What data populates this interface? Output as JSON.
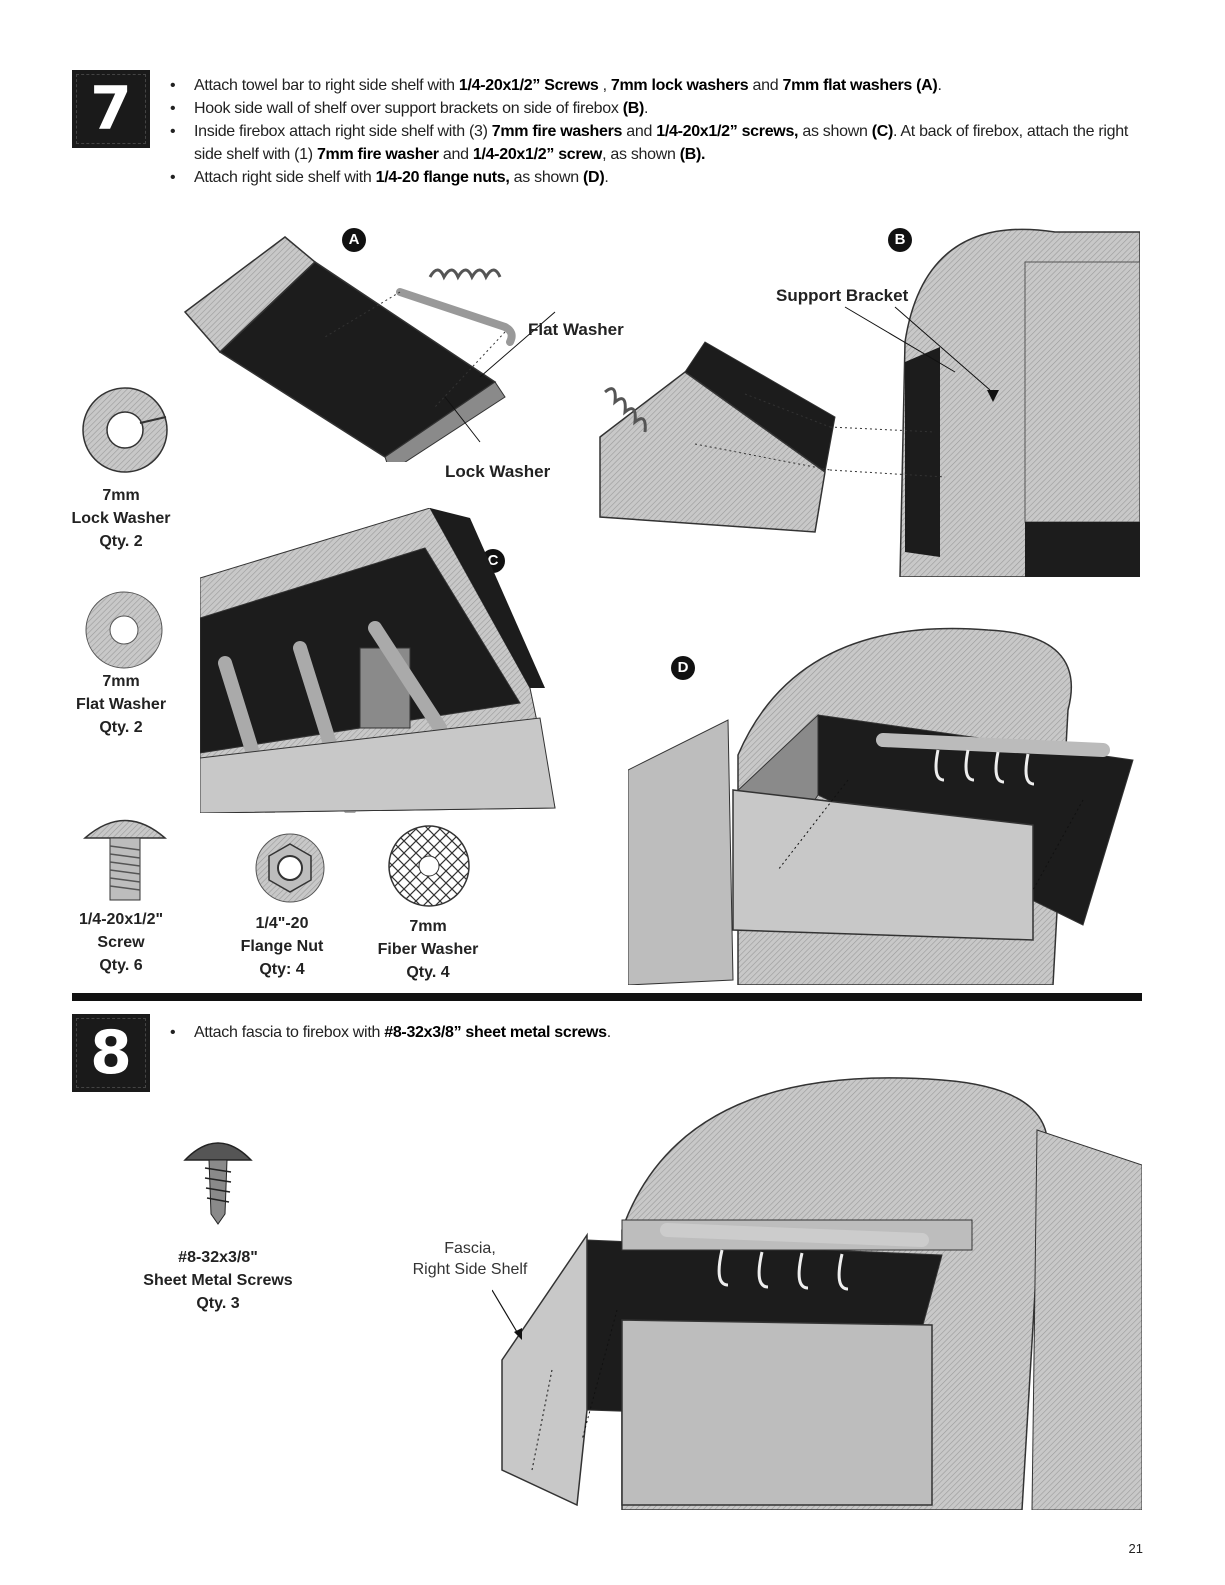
{
  "page_number": "21",
  "step7": {
    "number": "7",
    "bullets": [
      [
        {
          "t": "Attach towel bar to right side shelf with "
        },
        {
          "t": "1/4-20x1/2” Screws",
          "b": true
        },
        {
          "t": " , "
        },
        {
          "t": "7mm lock washers",
          "b": true
        },
        {
          "t": " and "
        },
        {
          "t": "7mm flat washers (A)",
          "b": true
        },
        {
          "t": "."
        }
      ],
      [
        {
          "t": "Hook side wall of shelf over support brackets on side of firebox "
        },
        {
          "t": "(B)",
          "b": true
        },
        {
          "t": "."
        }
      ],
      [
        {
          "t": "Inside firebox attach right side shelf with (3) "
        },
        {
          "t": "7mm fire washers",
          "b": true
        },
        {
          "t": " and "
        },
        {
          "t": "1/4-20x1/2” screws,",
          "b": true
        },
        {
          "t": " as shown "
        },
        {
          "t": "(C)",
          "b": true
        },
        {
          "t": ".  At back of firebox, attach the right side shelf with (1) "
        },
        {
          "t": "7mm fire washer",
          "b": true
        },
        {
          "t": " and "
        },
        {
          "t": "1/4-20x1/2” screw",
          "b": true
        },
        {
          "t": ", as shown "
        },
        {
          "t": "(B).",
          "b": true
        }
      ],
      [
        {
          "t": "Attach right side shelf with "
        },
        {
          "t": "1/4-20 flange nuts,",
          "b": true
        },
        {
          "t": "  as shown "
        },
        {
          "t": "(D)",
          "b": true
        },
        {
          "t": "."
        }
      ]
    ],
    "figure_letters": {
      "a": "A",
      "b": "B",
      "c": "C",
      "d": "D"
    },
    "callouts": {
      "flat_washer": "Flat Washer",
      "lock_washer": "Lock Washer",
      "support_bracket": "Support Bracket"
    },
    "parts": {
      "lock_washer": {
        "size": "7mm",
        "name": "Lock Washer",
        "qty": "Qty. 2"
      },
      "flat_washer": {
        "size": "7mm",
        "name": "Flat Washer",
        "qty": "Qty. 2"
      },
      "screw": {
        "size": "1/4-20x1/2\"",
        "name": "Screw",
        "qty": "Qty. 6"
      },
      "flange_nut": {
        "size": "1/4\"-20",
        "name": "Flange Nut",
        "qty": "Qty: 4"
      },
      "fiber_washer": {
        "size": "7mm",
        "name": "Fiber Washer",
        "qty": "Qty. 4"
      }
    }
  },
  "step8": {
    "number": "8",
    "bullets": [
      [
        {
          "t": "Attach fascia to firebox with "
        },
        {
          "t": "#8-32x3/8” sheet metal screws",
          "b": true
        },
        {
          "t": "."
        }
      ]
    ],
    "callout_line1": "Fascia,",
    "callout_line2": "Right Side Shelf",
    "part": {
      "size": "#8-32x3/8\"",
      "name": "Sheet Metal Screws",
      "qty": "Qty. 3"
    }
  },
  "colors": {
    "ink": "#111111",
    "steel": "#bdbdbd",
    "panel": "#1c1c1c",
    "shade": "#8a8a8a"
  }
}
